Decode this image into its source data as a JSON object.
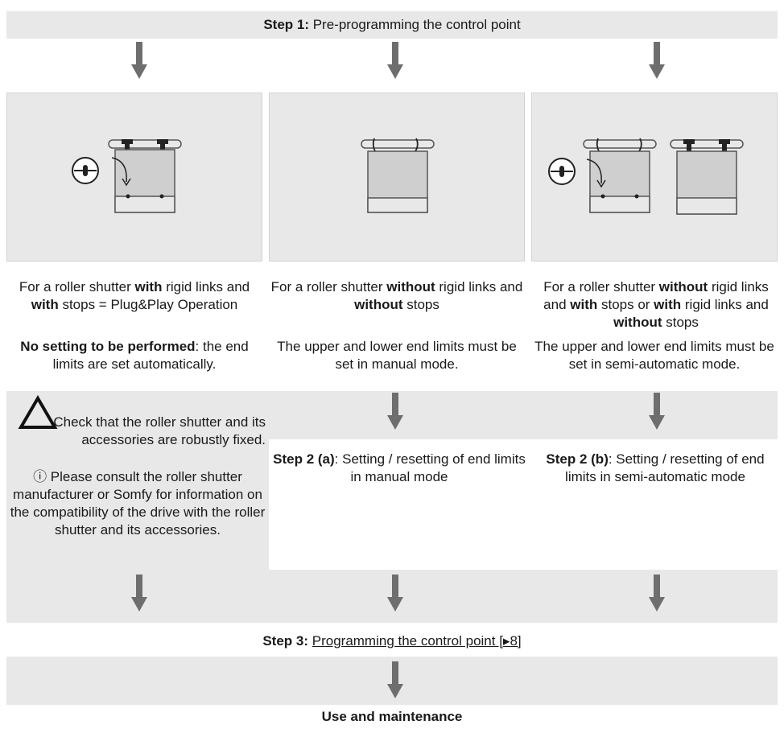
{
  "step1": {
    "label_bold": "Step 1:",
    "label_rest": " Pre-programming the control point"
  },
  "columns": [
    {
      "description": {
        "t1": "For a roller shutter ",
        "b1": "with",
        "t2": " rigid links and ",
        "b2": "with",
        "t3": " stops = Plug&Play Operation"
      },
      "setting": {
        "bold": "No setting to be performed",
        "rest": ": the end limits are set automatically."
      }
    },
    {
      "description": {
        "t1": "For a roller shutter ",
        "b1": "without",
        "t2": " rigid links and ",
        "b2": "without",
        "t3": " stops"
      },
      "setting": {
        "bold": "",
        "rest": "The upper and lower end limits must be set in manual mode."
      }
    },
    {
      "description": {
        "t1": "For a roller shutter ",
        "b1": "without",
        "t2": " rigid links and ",
        "b2": "with",
        "t3": " stops or ",
        "b3": "with",
        "t4": " rigid links and ",
        "b4": "without",
        "t5": " stops"
      },
      "setting": {
        "bold": "",
        "rest": "The upper and lower end limits must be set in semi-automatic mode."
      }
    }
  ],
  "warning": {
    "icon": "warning-triangle-icon",
    "text": "Check that the roller shutter and its accessories are robustly fixed."
  },
  "info": {
    "icon": "info-circle-icon",
    "symbol": "ⓘ",
    "text": " Please consult the roller shutter manufacturer or Somfy for information on the compatibility of the drive with the roller shutter and its accessories."
  },
  "step2a": {
    "bold": "Step 2 (a)",
    "rest": ": Setting / resetting of end limits in manual mode"
  },
  "step2b": {
    "bold": "Step 2 (b)",
    "rest": ": Setting / resetting of end limits in semi-automatic mode"
  },
  "step3": {
    "bold": "Step 3:",
    "link": "Programming the control point [",
    "page_ref": "8]"
  },
  "final": "Use and maintenance",
  "colors": {
    "band": "#e8e8e8",
    "arrow": "#6e6e6e",
    "line": "#666666"
  }
}
